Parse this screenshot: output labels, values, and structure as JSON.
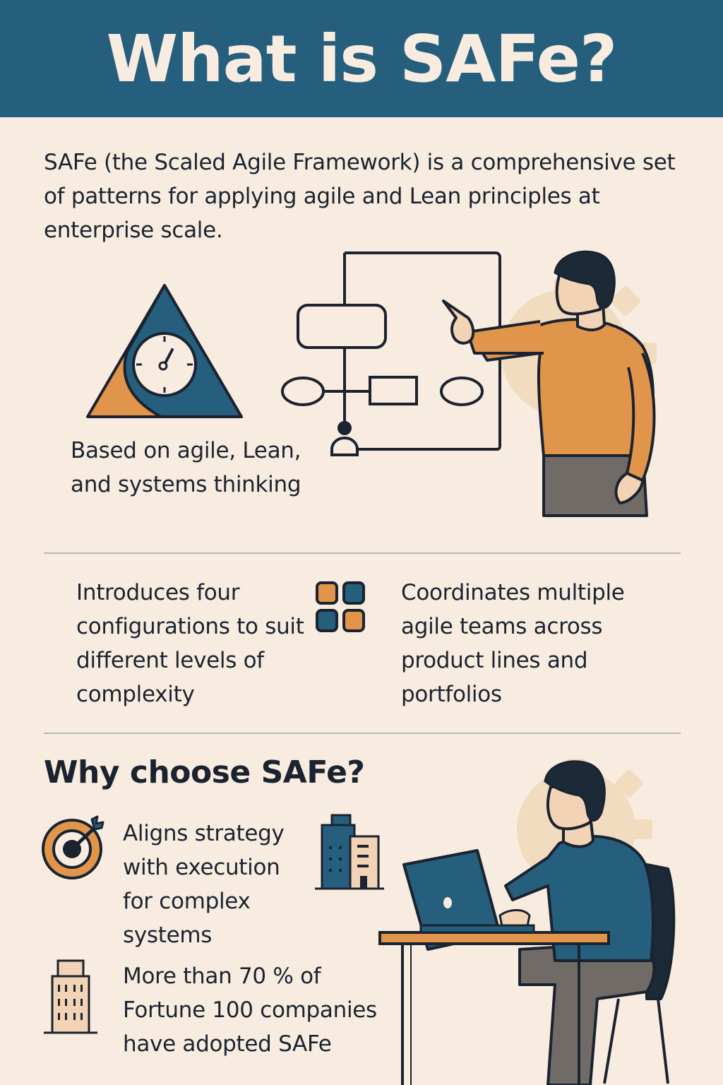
{
  "header": {
    "title": "What is SAFe?"
  },
  "intro": {
    "text": "SAFe (the Scaled Agile Framework) is a comprehensive set of patterns for applying agile and Lean principles at enterprise scale."
  },
  "features": {
    "based_on": "Based on agile, Lean, and systems thinking",
    "configurations": "Introduces four configurations to suit different levels of complexity",
    "coordinates": "Coordinates multiple agile teams across product lines and portfolios"
  },
  "why": {
    "title": "Why choose SAFe?",
    "aligns": "Aligns strategy with execution for complex systems",
    "fortune": "More than 70 % of Fortune 100 companies have adopted SAFe"
  },
  "icons": {
    "triangle": "triangle-clock-icon",
    "diagram": "org-diagram-icon",
    "grid": "four-squares-icon",
    "target": "target-icon",
    "buildings": "buildings-icon",
    "tower": "office-tower-icon"
  },
  "colors": {
    "banner": "#265f7d",
    "background": "#f7ecdf",
    "accent_orange": "#e0954b",
    "accent_blue": "#265f7d",
    "ink": "#1b2330"
  }
}
